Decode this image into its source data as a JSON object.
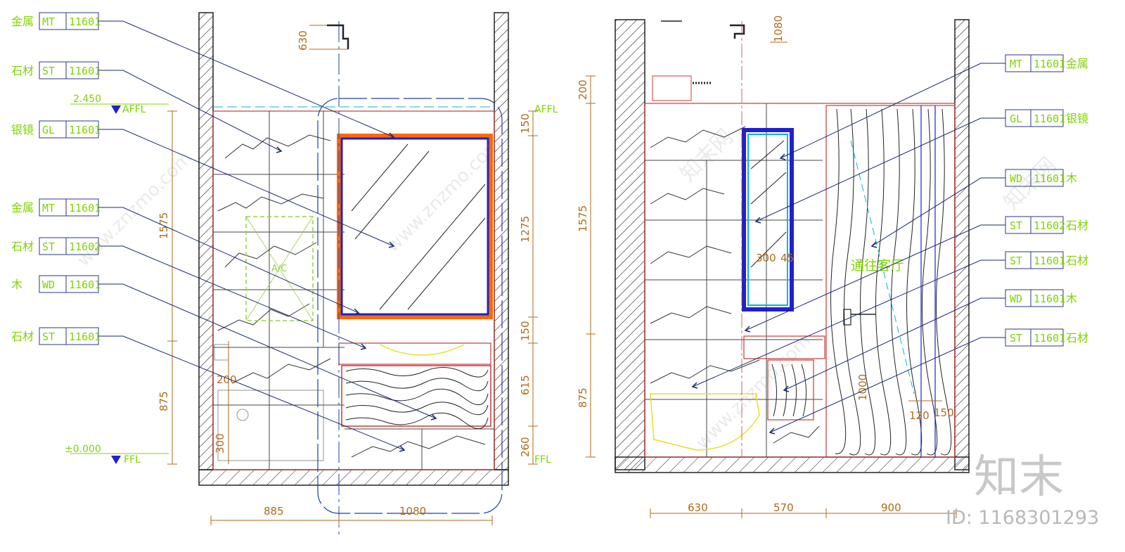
{
  "left_elevation": {
    "tags": [
      {
        "label": "金属",
        "code": "MT",
        "num": "11601"
      },
      {
        "label": "石材",
        "code": "ST",
        "num": "11601"
      },
      {
        "label": "银镜",
        "code": "GL",
        "num": "11601"
      },
      {
        "label": "金属",
        "code": "MT",
        "num": "11601"
      },
      {
        "label": "石材",
        "code": "ST",
        "num": "11602"
      },
      {
        "label": "木",
        "code": "WD",
        "num": "11601"
      },
      {
        "label": "石材",
        "code": "ST",
        "num": "11601"
      }
    ],
    "levels": {
      "top_value": "2.450",
      "top_code": "AFFL",
      "top_code_right": "AFFL",
      "bottom_value": "±0.000",
      "bottom_code": "FFL",
      "bottom_code_right": "FFL"
    },
    "dims_left": [
      "1575",
      "875",
      "200",
      "300"
    ],
    "dims_right": [
      "150",
      "1275",
      "150",
      "615",
      "260"
    ],
    "dims_top": [
      "630"
    ],
    "dims_bottom": [
      "885",
      "1080"
    ],
    "panel_label": "A/C"
  },
  "right_elevation": {
    "tags": [
      {
        "label": "金属",
        "code": "MT",
        "num": "11601"
      },
      {
        "label": "银镜",
        "code": "GL",
        "num": "11601"
      },
      {
        "label": "木",
        "code": "WD",
        "num": "11601"
      },
      {
        "label": "石材",
        "code": "ST",
        "num": "11602"
      },
      {
        "label": "石材",
        "code": "ST",
        "num": "11601"
      },
      {
        "label": "木",
        "code": "WD",
        "num": "11601"
      },
      {
        "label": "石材",
        "code": "ST",
        "num": "11601"
      }
    ],
    "dims_left": [
      "200",
      "1575",
      "875"
    ],
    "dims_top": [
      "1080"
    ],
    "dims_bottom": [
      "630",
      "570",
      "900"
    ],
    "dims_inner": [
      "300",
      "45",
      "1000",
      "120",
      "150"
    ],
    "door_label": "通往客厅"
  },
  "watermark": {
    "logo": "知末",
    "id_text": "ID: 1168301293",
    "diag_text": "www.znzmo.com",
    "diag_text2": "知末网"
  },
  "colors": {
    "tag": "#7fd400",
    "leader": "#1a2a6e",
    "dim": "#b06a1a",
    "wall": "#222222",
    "cabinet": "#d21e1e",
    "mirror_frame": "#2020d0",
    "mirror_accent": "#ff6a00",
    "cyan": "#00b8d0"
  }
}
